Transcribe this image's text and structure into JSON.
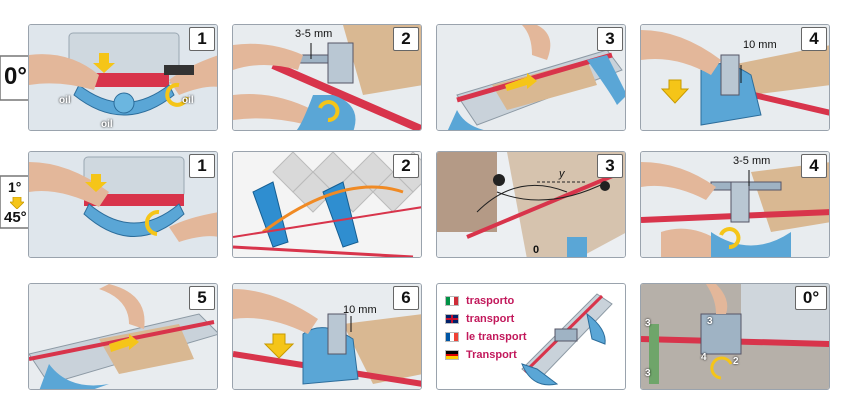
{
  "angles": {
    "row1": "0°",
    "row2_top": "1°",
    "row2_bottom": "45°",
    "row3_last": "0°"
  },
  "panels": [
    {
      "id": "p1",
      "num": "1",
      "labels": [
        "oil",
        "oil",
        "oil"
      ]
    },
    {
      "id": "p2",
      "num": "2",
      "labels": [
        "3-5 mm"
      ]
    },
    {
      "id": "p3",
      "num": "3",
      "labels": []
    },
    {
      "id": "p4",
      "num": "4",
      "labels": [
        "10 mm"
      ]
    },
    {
      "id": "p5",
      "num": "1",
      "labels": []
    },
    {
      "id": "p6",
      "num": "2",
      "labels": []
    },
    {
      "id": "p7",
      "num": "3",
      "labels": [
        "y",
        "0"
      ]
    },
    {
      "id": "p8",
      "num": "4",
      "labels": [
        "3-5 mm"
      ]
    },
    {
      "id": "p9",
      "num": "5",
      "labels": []
    },
    {
      "id": "p10",
      "num": "6",
      "labels": [
        "10 mm"
      ]
    },
    {
      "id": "p12",
      "num": "0°",
      "labels": [
        "3",
        "3",
        "4",
        "2",
        "3"
      ]
    }
  ],
  "legend": [
    {
      "lang": "it",
      "text": "trasporto",
      "flag": [
        "#009246",
        "#ffffff",
        "#ce2b37"
      ]
    },
    {
      "lang": "en",
      "text": "transport",
      "flag": [
        "#012169",
        "#ffffff",
        "#c8102e"
      ]
    },
    {
      "lang": "fr",
      "text": "le transport",
      "flag": [
        "#0055a4",
        "#ffffff",
        "#ef4135"
      ]
    },
    {
      "lang": "de",
      "text": "Transport",
      "flag": [
        "#000000",
        "#dd0000",
        "#ffce00"
      ]
    }
  ]
}
